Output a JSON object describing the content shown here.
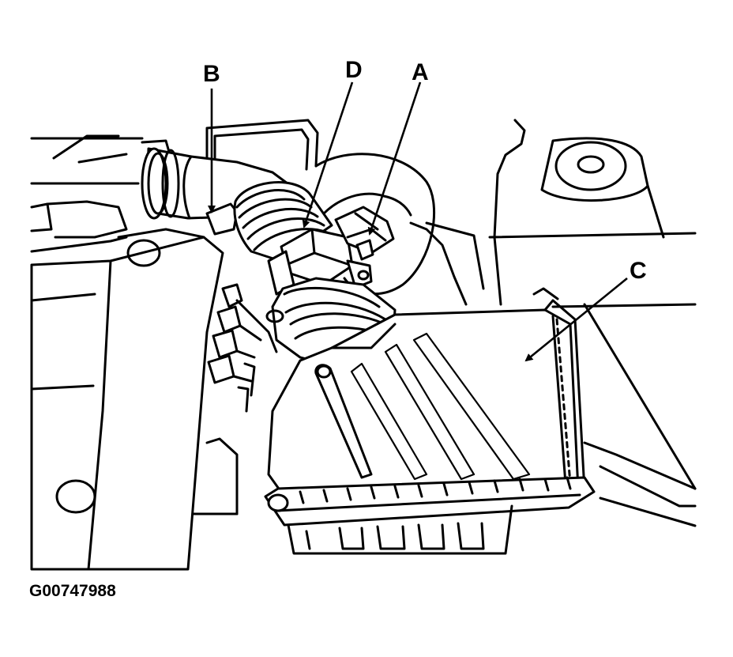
{
  "callouts": {
    "a": "A",
    "b": "B",
    "c": "C",
    "d": "D"
  },
  "figure_id": "G00747988",
  "colors": {
    "line": "#000000",
    "background": "#ffffff"
  }
}
